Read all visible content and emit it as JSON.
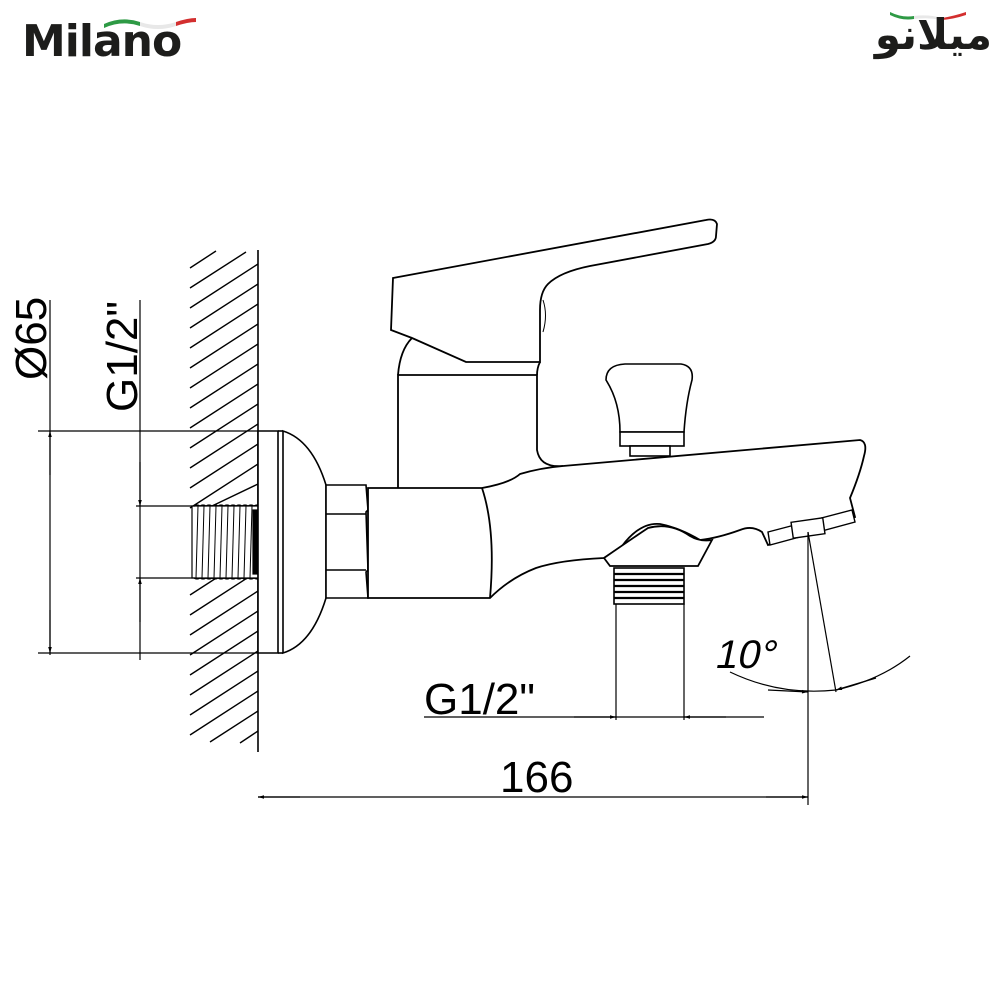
{
  "header": {
    "brand_latin": "Milano",
    "brand_arabic": "ميلانو",
    "flag_colors": {
      "green": "#2e9a45",
      "white": "#ffffff",
      "red": "#d32f2f"
    }
  },
  "drawing": {
    "subject": "wall-mounted single-lever bath mixer, side elevation",
    "line_color": "#000000",
    "dimensions": {
      "escutcheon_diameter": "Ø65",
      "wall_inlet_thread": "G1/2\"",
      "outlet_thread": "G1/2\"",
      "projection_length": "166",
      "spout_angle": "10°"
    }
  }
}
